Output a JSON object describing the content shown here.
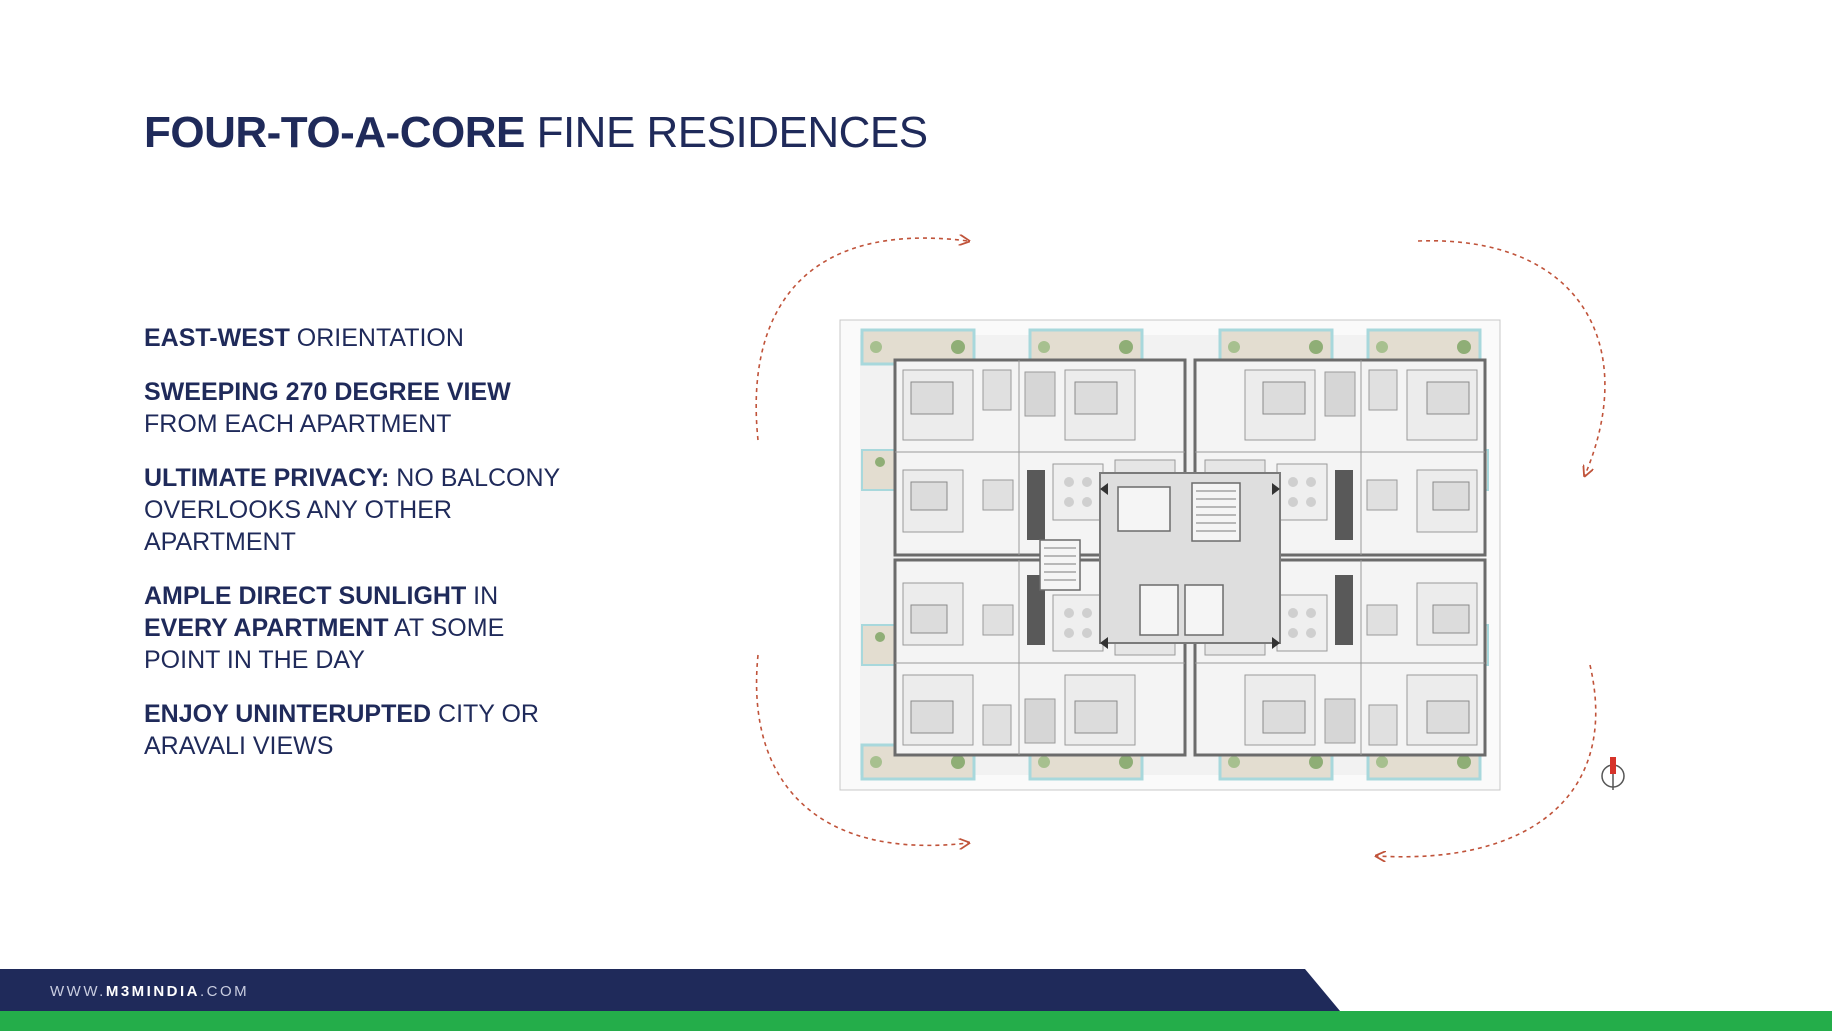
{
  "title": {
    "bold": "FOUR-TO-A-CORE",
    "regular": "FINE RESIDENCES"
  },
  "features": [
    {
      "bold": "EAST-WEST",
      "regular": " ORIENTATION"
    },
    {
      "bold": "SWEEPING 270 DEGREE VIEW",
      "regular": "FROM EACH APARTMENT"
    },
    {
      "bold": "ULTIMATE PRIVACY:",
      "regular": " NO BALCONY OVERLOOKS ANY OTHER APARTMENT"
    },
    {
      "bold1": "AMPLE DIRECT SUNLIGHT",
      "regular1": " IN ",
      "bold2": "EVERY APARTMENT",
      "regular2": " AT SOME POINT IN THE DAY"
    },
    {
      "bold": "ENJOY UNINTERUPTED",
      "regular": " CITY OR ARAVALI VIEWS"
    }
  ],
  "footer": {
    "url_prefix": "WWW.",
    "url_brand": "M3MINDIA",
    "url_suffix": ".COM"
  },
  "colors": {
    "navy": "#1f2a5a",
    "green": "#24ad4a",
    "arrow": "#c0533a",
    "balcony": "#e3ddd0",
    "glass": "#a8d8dc"
  },
  "icons": {
    "compass": "north-compass-icon"
  }
}
